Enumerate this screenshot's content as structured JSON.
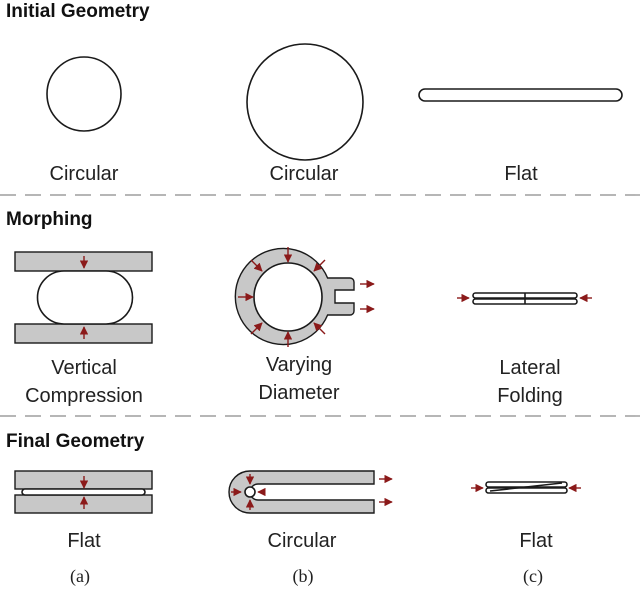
{
  "sections": {
    "initial": {
      "title": "Initial Geometry"
    },
    "morphing": {
      "title": "Morphing"
    },
    "final": {
      "title": "Final Geometry"
    }
  },
  "labels": {
    "initial_a": "Circular",
    "initial_b": "Circular",
    "initial_c": "Flat",
    "morph_a_line1": "Vertical",
    "morph_a_line2": "Compression",
    "morph_b_line1": "Varying",
    "morph_b_line2": "Diameter",
    "morph_c_line1": "Lateral",
    "morph_c_line2": "Folding",
    "final_a": "Flat",
    "final_b": "Circular",
    "final_c": "Flat"
  },
  "columns": {
    "a": "(a)",
    "b": "(b)",
    "c": "(c)"
  },
  "colors": {
    "arrow": "#8b1a1a",
    "plate": "#c8c8c8",
    "outline": "#1a1a1a",
    "divider": "#8a8a8a"
  }
}
